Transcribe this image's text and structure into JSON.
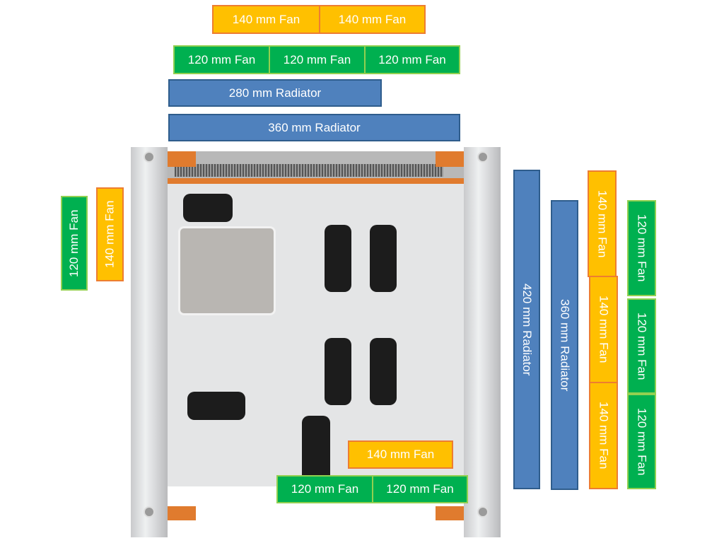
{
  "top": {
    "fans_140": [
      "140 mm Fan",
      "140 mm Fan"
    ],
    "fans_120": [
      "120 mm Fan",
      "120 mm Fan",
      "120 mm Fan"
    ],
    "radiator_280": "280 mm Radiator",
    "radiator_360": "360 mm Radiator"
  },
  "left": {
    "fan_120": "120 mm Fan",
    "fan_140": "140 mm Fan"
  },
  "right": {
    "radiator_420": "420 mm Radiator",
    "radiator_360": "360 mm Radiator",
    "fans_140": [
      "140 mm Fan",
      "140 mm Fan",
      "140 mm Fan"
    ],
    "fans_120": [
      "120 mm Fan",
      "120 mm Fan",
      "120 mm Fan"
    ]
  },
  "bottom": {
    "fan_140": "140 mm Fan",
    "fans_120": [
      "120 mm Fan",
      "120 mm Fan"
    ]
  },
  "colors": {
    "fan_140": "#FFC000",
    "fan_120": "#00B050",
    "radiator": "#4F81BD",
    "case_accent": "#E07B2E"
  }
}
